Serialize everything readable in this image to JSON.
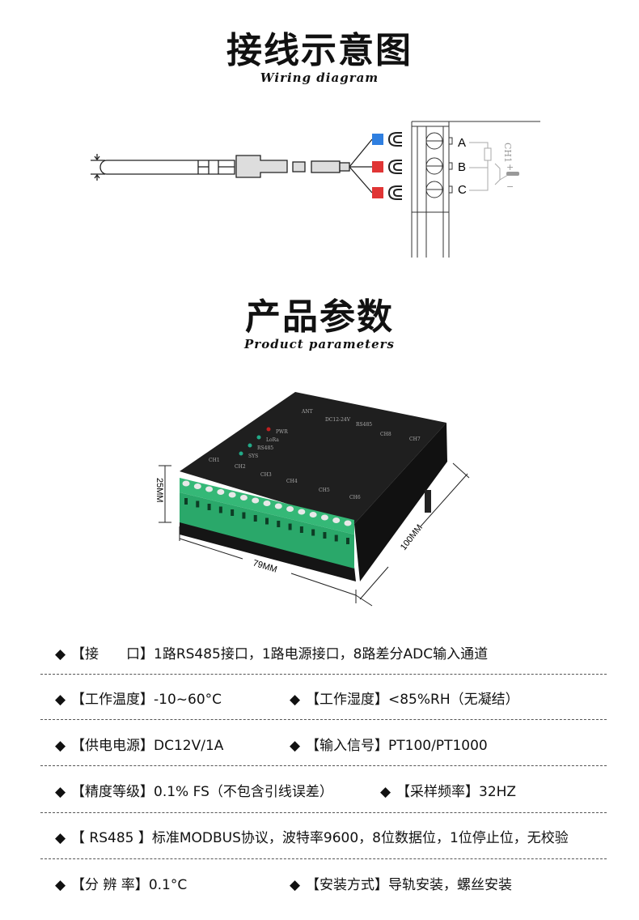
{
  "wiring": {
    "title": "接线示意图",
    "subtitle": "Wiring diagram",
    "terminals": [
      "A",
      "B",
      "C"
    ],
    "channel_label": "CH1",
    "plus": "+",
    "minus": "−",
    "colors": {
      "blue": "#2f7fe0",
      "red": "#e03535"
    }
  },
  "product": {
    "title": "产品参数",
    "subtitle": "Product parameters",
    "device_labels": {
      "ant": "ANT",
      "power": "DC12-24V",
      "rs485": "RS485",
      "leds": [
        "PWR",
        "LoRa",
        "RS485",
        "SYS"
      ],
      "channels": [
        "CH1",
        "CH2",
        "CH3",
        "CH4",
        "CH5",
        "CH6",
        "CH7",
        "CH8"
      ]
    },
    "dimensions": {
      "height": "25MM",
      "width": "79MM",
      "depth": "100MM"
    },
    "colors": {
      "body": "#1a1a1a",
      "terminal": "#2aa86a"
    }
  },
  "specs": [
    [
      {
        "label": "【接　　口】",
        "value": "1路RS485接口，1路电源接口，8路差分ADC输入通道"
      }
    ],
    [
      {
        "label": "【工作温度】",
        "value": "-10~60°C"
      },
      {
        "label": "【工作湿度】",
        "value": "<85%RH（无凝结）"
      }
    ],
    [
      {
        "label": "【供电电源】",
        "value": "DC12V/1A"
      },
      {
        "label": "【输入信号】",
        "value": "PT100/PT1000"
      }
    ],
    [
      {
        "label": "【精度等级】",
        "value": "0.1% FS（不包含引线误差）"
      },
      {
        "label": "【采样频率】",
        "value": "32HZ"
      }
    ],
    [
      {
        "label": "【 RS485 】",
        "value": "标准MODBUS协议，波特率9600，8位数据位，1位停止位，无校验"
      }
    ],
    [
      {
        "label": "【分 辨 率】",
        "value": "0.1°C"
      },
      {
        "label": "【安装方式】",
        "value": "导轨安装，螺丝安装"
      }
    ]
  ],
  "bullet": "◆"
}
